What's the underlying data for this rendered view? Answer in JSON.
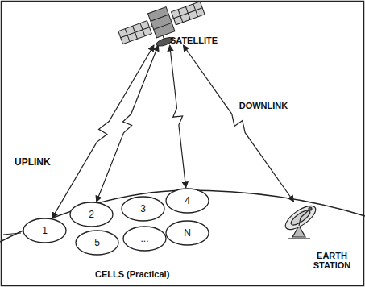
{
  "diagram": {
    "nodes": [
      {
        "text": [
          "SATELLITE"
        ]
      },
      {
        "text": [
          "1"
        ]
      },
      {
        "text": [
          "2"
        ]
      },
      {
        "text": [
          "3"
        ]
      },
      {
        "text": [
          "4"
        ]
      },
      {
        "text": [
          "5"
        ]
      },
      {
        "text": [
          "..."
        ]
      },
      {
        "text": [
          "N"
        ]
      },
      {
        "text": [
          "EARTH STATION"
        ]
      }
    ],
    "edges": [
      {
        "from": 1,
        "to": 0,
        "arrow": "both"
      },
      {
        "from": 2,
        "to": 0,
        "arrow": "both"
      },
      {
        "from": 4,
        "to": 0,
        "arrow": "both"
      },
      {
        "from": 0,
        "to": 8,
        "arrow": "both",
        "label": "DOWNLINK"
      }
    ],
    "labels": [
      "UPLINK",
      "CELLS (Practical)"
    ]
  }
}
